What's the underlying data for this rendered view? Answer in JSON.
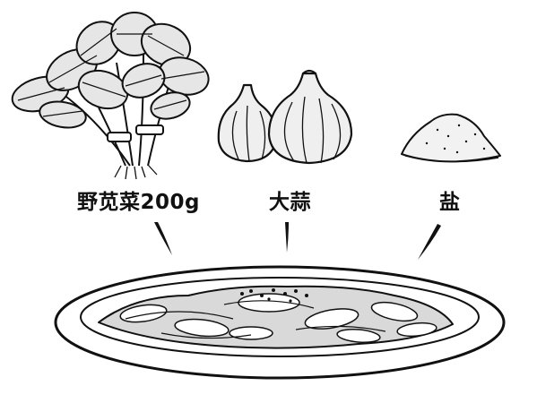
{
  "ingredients": [
    {
      "label": "野苋菜200g",
      "icon": "amaranth-greens-icon"
    },
    {
      "label": "大蒜",
      "icon": "garlic-icon"
    },
    {
      "label": "盐",
      "icon": "salt-pile-icon"
    }
  ],
  "dish": {
    "icon": "stir-fried-greens-plate-icon"
  },
  "colors": {
    "ink": "#111111",
    "background": "#ffffff",
    "leaf_fill": "#e6e6e6",
    "garlic_fill": "#efefef"
  }
}
